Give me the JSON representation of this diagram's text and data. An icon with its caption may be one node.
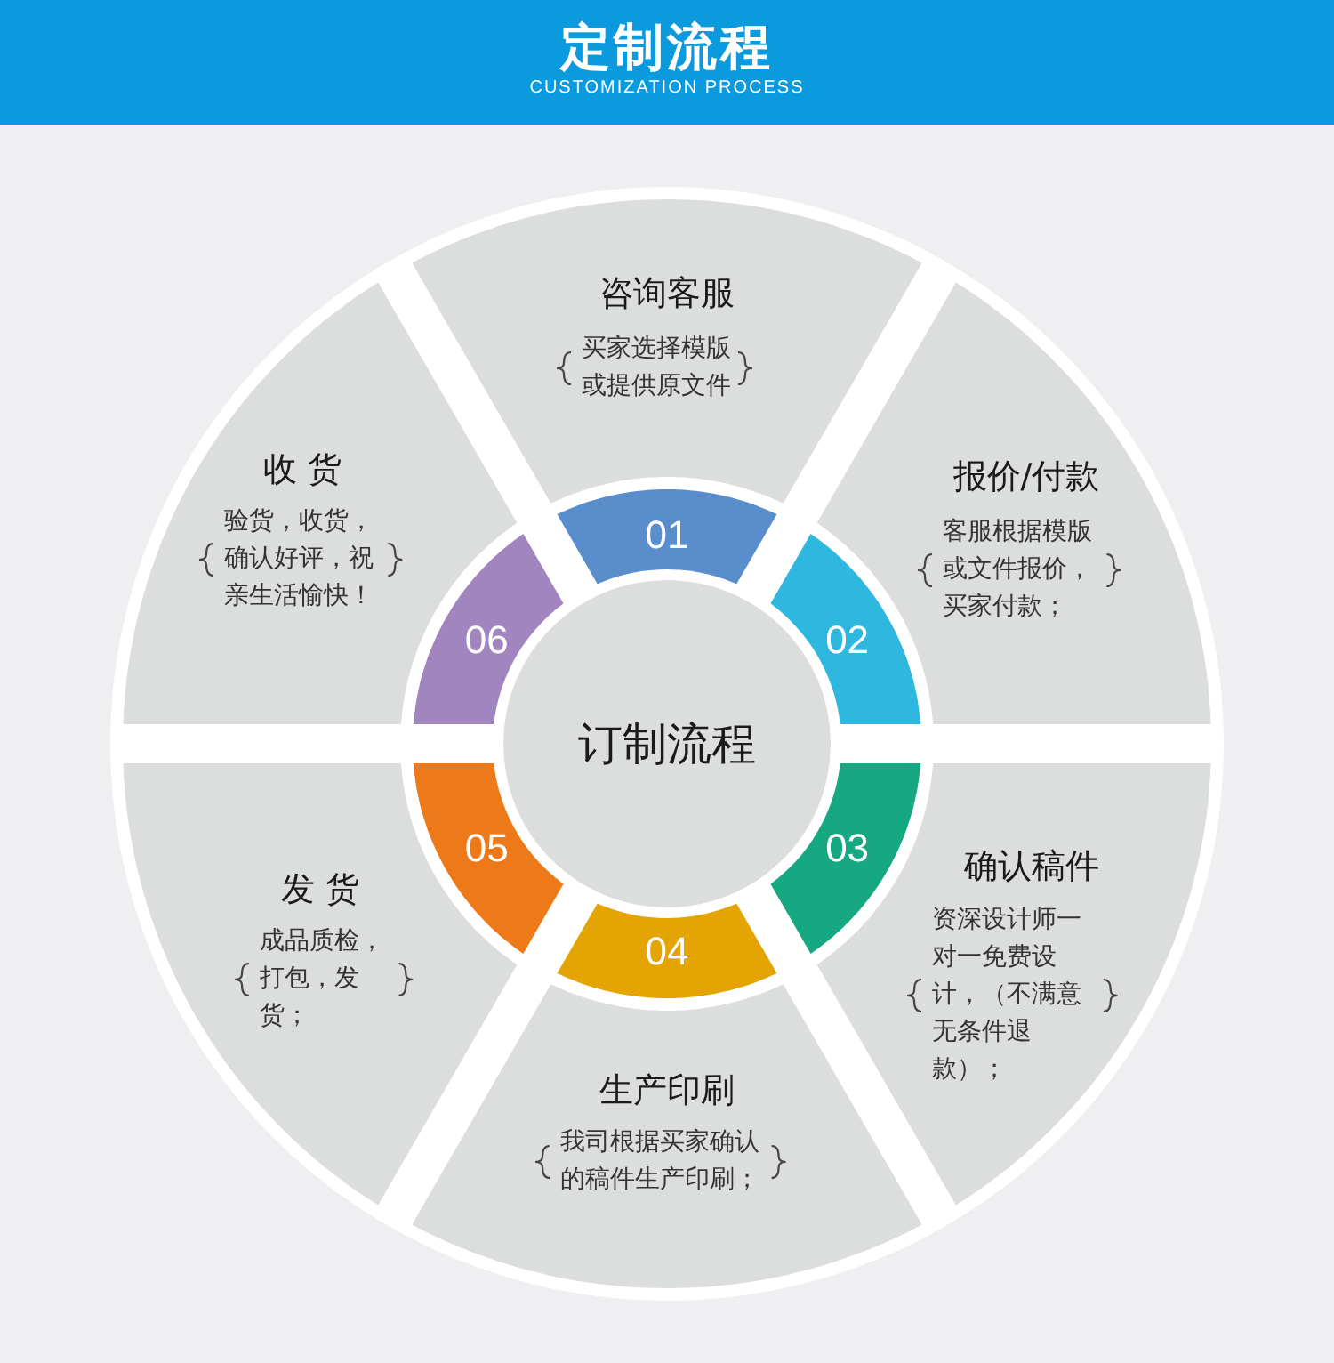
{
  "diagram": {
    "title": "定制流程",
    "nodes": [
      {
        "text": [
          "订制流程"
        ]
      },
      {
        "text": [
          "01"
        ]
      },
      {
        "text": [
          "02"
        ]
      },
      {
        "text": [
          "03"
        ]
      },
      {
        "text": [
          "04"
        ]
      },
      {
        "text": [
          "05"
        ]
      },
      {
        "text": [
          "06"
        ]
      },
      {
        "text": [
          "咨询客服",
          "买家选择模版或提供原文件"
        ]
      },
      {
        "text": [
          "报价/付款",
          "客服根据模版或文件报价，买家付款；"
        ]
      },
      {
        "text": [
          "确认稿件",
          "资深设计师一对一免费设计，（不满意无条件退款）；"
        ]
      },
      {
        "text": [
          "生产印刷",
          "我司根据买家确认的稿件生产印刷；"
        ]
      },
      {
        "text": [
          "发 货",
          "成品质检，打包，发货；"
        ]
      },
      {
        "text": [
          "收 货",
          "验货，收货，确认好评，祝亲生活愉快！"
        ]
      }
    ],
    "labels": [
      "CUSTOMIZATION PROCESS"
    ]
  }
}
